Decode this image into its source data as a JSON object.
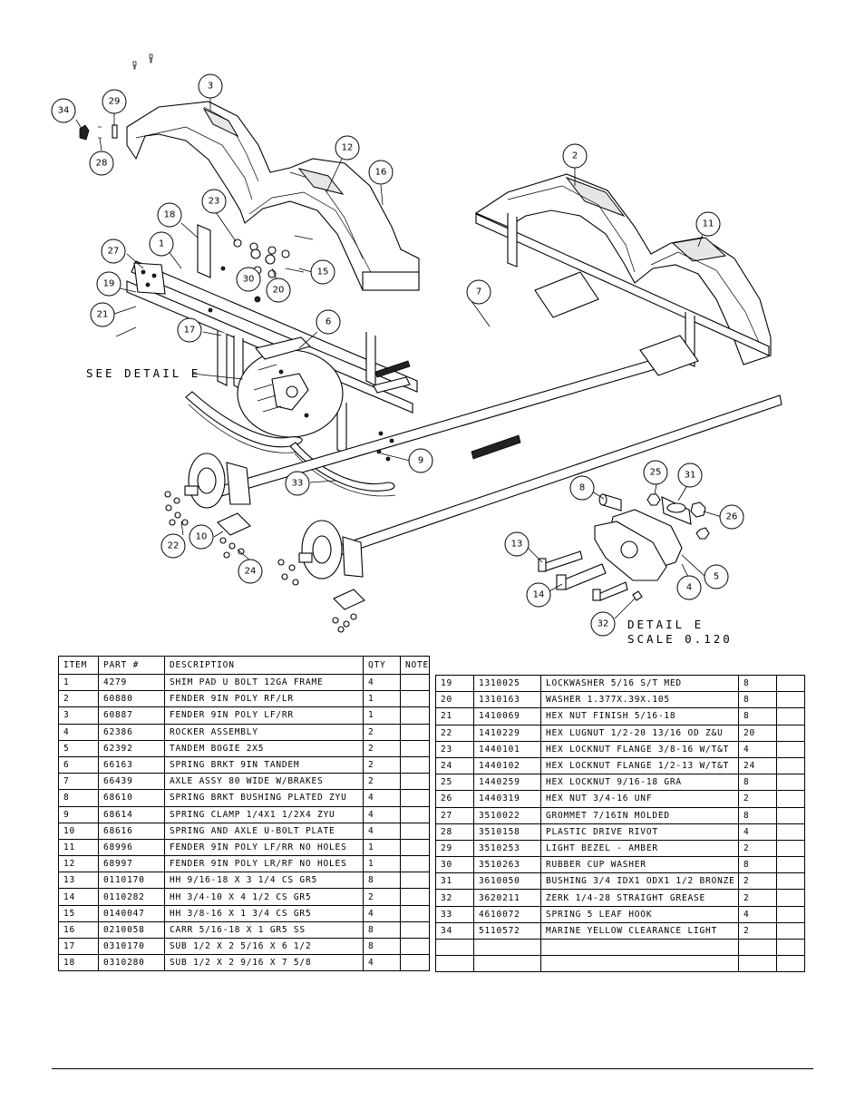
{
  "balloons": [
    {
      "n": "3"
    },
    {
      "n": "34"
    },
    {
      "n": "29"
    },
    {
      "n": "28"
    },
    {
      "n": "12"
    },
    {
      "n": "16"
    },
    {
      "n": "2"
    },
    {
      "n": "11"
    },
    {
      "n": "18"
    },
    {
      "n": "23"
    },
    {
      "n": "27"
    },
    {
      "n": "1"
    },
    {
      "n": "19"
    },
    {
      "n": "21"
    },
    {
      "n": "30"
    },
    {
      "n": "20"
    },
    {
      "n": "15"
    },
    {
      "n": "7"
    },
    {
      "n": "17"
    },
    {
      "n": "6"
    },
    {
      "n": "9"
    },
    {
      "n": "33"
    },
    {
      "n": "22"
    },
    {
      "n": "10"
    },
    {
      "n": "24"
    },
    {
      "n": "8"
    },
    {
      "n": "25"
    },
    {
      "n": "31"
    },
    {
      "n": "26"
    },
    {
      "n": "13"
    },
    {
      "n": "4"
    },
    {
      "n": "5"
    },
    {
      "n": "14"
    },
    {
      "n": "32"
    }
  ],
  "labels": {
    "see_detail": "SEE DETAIL  E",
    "detail_title": "DETAIL  E",
    "detail_scale": "SCALE  0.120"
  },
  "bom": {
    "headers": [
      "ITEM",
      "PART #",
      "DESCRIPTION",
      "QTY",
      "NOTE"
    ],
    "left_rows": [
      [
        "1",
        "4279",
        "SHIM PAD   U BOLT 12GA FRAME",
        "4",
        ""
      ],
      [
        "2",
        "60880",
        "FENDER  9IN POLY RF/LR",
        "1",
        ""
      ],
      [
        "3",
        "60887",
        "FENDER  9IN POLY LF/RR",
        "1",
        ""
      ],
      [
        "4",
        "62386",
        "ROCKER ASSEMBLY",
        "2",
        ""
      ],
      [
        "5",
        "62392",
        "TANDEM BOGIE   2X5",
        "2",
        ""
      ],
      [
        "6",
        "66163",
        "SPRING BRKT   9IN TANDEM",
        "2",
        ""
      ],
      [
        "7",
        "66439",
        "AXLE ASSY 80 WIDE W/BRAKES",
        "2",
        ""
      ],
      [
        "8",
        "68610",
        "SPRING BRKT BUSHING PLATED ZYU",
        "4",
        ""
      ],
      [
        "9",
        "68614",
        "SPRING CLAMP   1/4X1 1/2X4  ZYU",
        "4",
        ""
      ],
      [
        "10",
        "68616",
        "SPRING AND AXLE U-BOLT PLATE",
        "4",
        ""
      ],
      [
        "11",
        "68996",
        "FENDER  9IN POLY LF/RR NO HOLES",
        "1",
        ""
      ],
      [
        "12",
        "68997",
        "FENDER  9IN POLY LR/RF NO HOLES",
        "1",
        ""
      ],
      [
        "13",
        "0110170",
        "HH 9/16-18 X 3 1/4 CS GR5",
        "8",
        ""
      ],
      [
        "14",
        "0110282",
        "HH 3/4-10 X 4 1/2 CS GR5",
        "2",
        ""
      ],
      [
        "15",
        "0140047",
        "HH 3/8-16 X 1 3/4 CS GR5",
        "4",
        ""
      ],
      [
        "16",
        "0210058",
        "CARR 5/16-18 X 1 GR5 SS",
        "8",
        ""
      ],
      [
        "17",
        "0310170",
        "SUB 1/2 X 2 5/16 X 6 1/2",
        "8",
        ""
      ],
      [
        "18",
        "0310280",
        "SUB 1/2 X 2 9/16 X 7 5/8",
        "4",
        ""
      ]
    ],
    "right_rows": [
      [
        "19",
        "1310025",
        "LOCKWASHER 5/16 S/T MED",
        "8",
        ""
      ],
      [
        "20",
        "1310163",
        "WASHER 1.377X.39X.105",
        "8",
        ""
      ],
      [
        "21",
        "1410069",
        "HEX NUT FINISH 5/16-18",
        "8",
        ""
      ],
      [
        "22",
        "1410229",
        "HEX LUGNUT 1/2-20 13/16 OD Z&U",
        "20",
        ""
      ],
      [
        "23",
        "1440101",
        "HEX LOCKNUT FLANGE 3/8-16 W/T&T",
        "4",
        ""
      ],
      [
        "24",
        "1440102",
        "HEX LOCKNUT FLANGE 1/2-13 W/T&T",
        "24",
        ""
      ],
      [
        "25",
        "1440259",
        "HEX LOCKNUT 9/16-18 GRA",
        "8",
        ""
      ],
      [
        "26",
        "1440319",
        "HEX NUT 3/4-16 UNF",
        "2",
        ""
      ],
      [
        "27",
        "3510022",
        "GROMMET  7/16IN MOLDED",
        "8",
        ""
      ],
      [
        "28",
        "3510158",
        "PLASTIC DRIVE RIVOT",
        "4",
        ""
      ],
      [
        "29",
        "3510253",
        "LIGHT BEZEL - AMBER",
        "2",
        ""
      ],
      [
        "30",
        "3510263",
        "RUBBER CUP WASHER",
        "8",
        ""
      ],
      [
        "31",
        "3610050",
        "BUSHING  3/4 IDX1 ODX1 1/2 BRONZE",
        "2",
        ""
      ],
      [
        "32",
        "3620211",
        "ZERK  1/4-28 STRAIGHT GREASE",
        "2",
        ""
      ],
      [
        "33",
        "4610072",
        "SPRING  5 LEAF HOOK",
        "4",
        ""
      ],
      [
        "34",
        "5110572",
        "MARINE YELLOW CLEARANCE LIGHT",
        "2",
        ""
      ],
      [
        "",
        "",
        "",
        "",
        ""
      ],
      [
        "",
        "",
        "",
        "",
        ""
      ]
    ]
  }
}
